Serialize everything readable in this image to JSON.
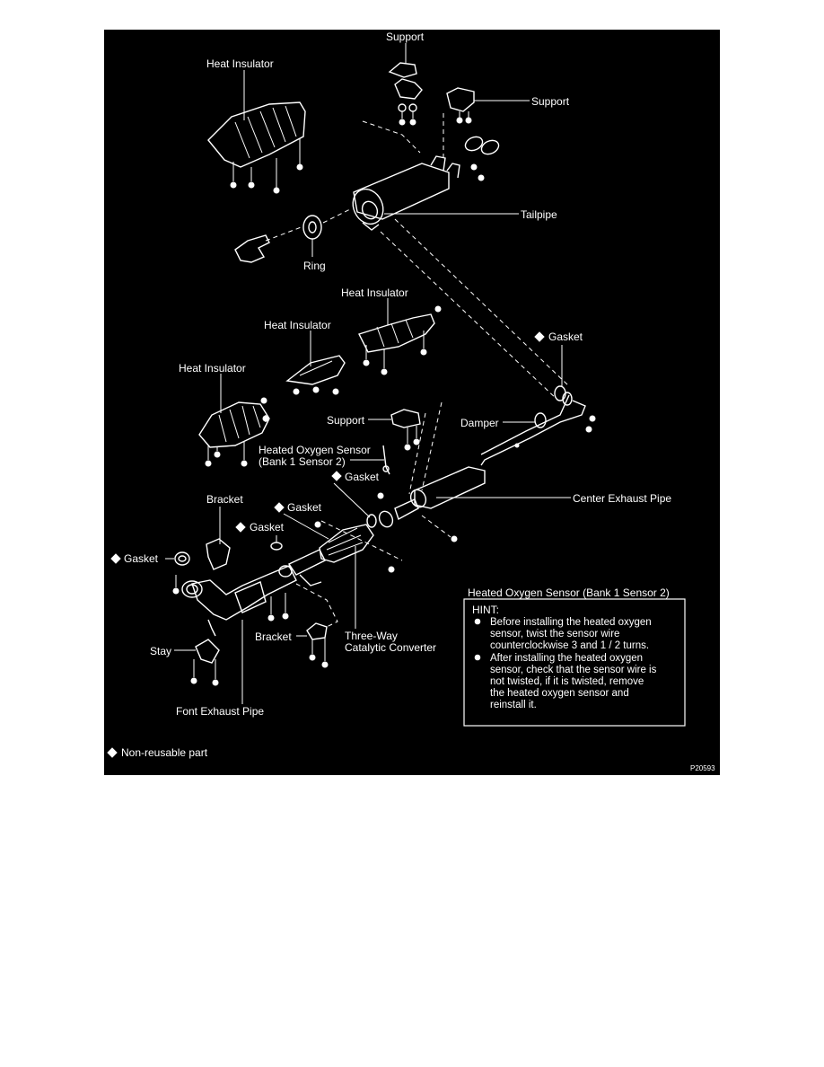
{
  "labels": {
    "support_top": "Support",
    "support_right": "Support",
    "heat_insulator_1": "Heat Insulator",
    "tailpipe": "Tailpipe",
    "ring": "Ring",
    "heat_insulator_2": "Heat Insulator",
    "heat_insulator_3": "Heat Insulator",
    "heat_insulator_4": "Heat Insulator",
    "gasket_upper": "Gasket",
    "damper": "Damper",
    "support_mid": "Support",
    "sensor_line1": "Heated Oxygen Sensor",
    "sensor_line2": "(Bank 1 Sensor 2)",
    "gasket_center": "Gasket",
    "center_exhaust_pipe": "Center Exhaust Pipe",
    "bracket_upper": "Bracket",
    "gasket_cat_front": "Gasket",
    "gasket_cat_rear": "Gasket",
    "gasket_left": "Gasket",
    "stay": "Stay",
    "bracket_lower": "Bracket",
    "catalytic_line1": "Three-Way",
    "catalytic_line2": "Catalytic Converter",
    "front_exhaust_pipe": "Font Exhaust Pipe"
  },
  "hint_box": {
    "title": "Heated Oxygen Sensor (Bank 1 Sensor 2)",
    "heading": "HINT:",
    "bullet1": [
      "Before installing the heated oxygen",
      "sensor, twist the sensor wire",
      "counterclockwise 3 and 1 / 2 turns."
    ],
    "bullet2": [
      "After installing the heated oxygen",
      "sensor, check that the sensor wire is",
      "not twisted, if it is twisted, remove",
      "the heated oxygen sensor and",
      "reinstall it."
    ]
  },
  "legend": "Non-reusable part",
  "figure_code": "P20593",
  "colors": {
    "background": "#000000",
    "ink": "#ffffff"
  },
  "icons": {
    "non_reusable_marker": "diamond-icon"
  }
}
